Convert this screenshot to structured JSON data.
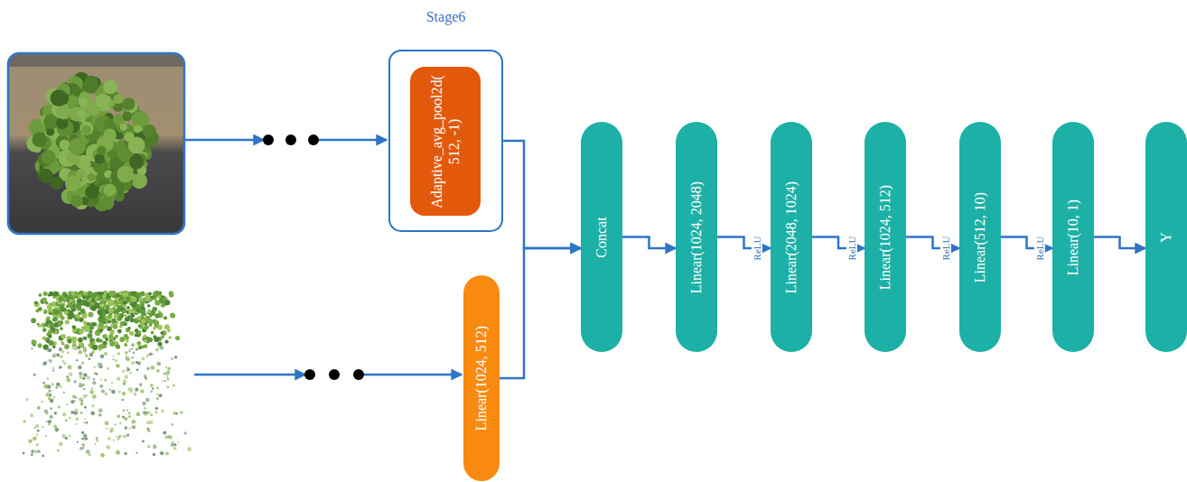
{
  "diagram": {
    "nodes": [
      {
        "text": [
          "Stage6"
        ]
      },
      {
        "text": [
          "Adaptive_avg_pool2d(512, -1)"
        ],
        "in": 0
      },
      {
        "text": [
          "Linear(1024, 512)"
        ]
      },
      {
        "text": [
          "Concat"
        ]
      },
      {
        "text": [
          "Linear(1024, 2048)"
        ]
      },
      {
        "text": [
          "Linear(2048, 1024)"
        ]
      },
      {
        "text": [
          "Linear(1024, 512)"
        ]
      },
      {
        "text": [
          "Linear(512, 10)"
        ]
      },
      {
        "text": [
          "Linear(10, 1)"
        ]
      },
      {
        "text": [
          "Y"
        ]
      }
    ],
    "edges": [
      {
        "from": 0,
        "to": 3,
        "arrow": "to"
      },
      {
        "from": 2,
        "to": 3,
        "arrow": "to"
      },
      {
        "from": 3,
        "to": 4,
        "arrow": "to"
      },
      {
        "from": 4,
        "to": 5,
        "label": "ReLU",
        "arrow": "to"
      },
      {
        "from": 5,
        "to": 6,
        "label": "ReLU",
        "arrow": "to"
      },
      {
        "from": 6,
        "to": 7,
        "label": "ReLU",
        "arrow": "to"
      },
      {
        "from": 7,
        "to": 8,
        "label": "ReLU",
        "arrow": "to"
      },
      {
        "from": 8,
        "to": 9,
        "arrow": "to"
      }
    ]
  }
}
